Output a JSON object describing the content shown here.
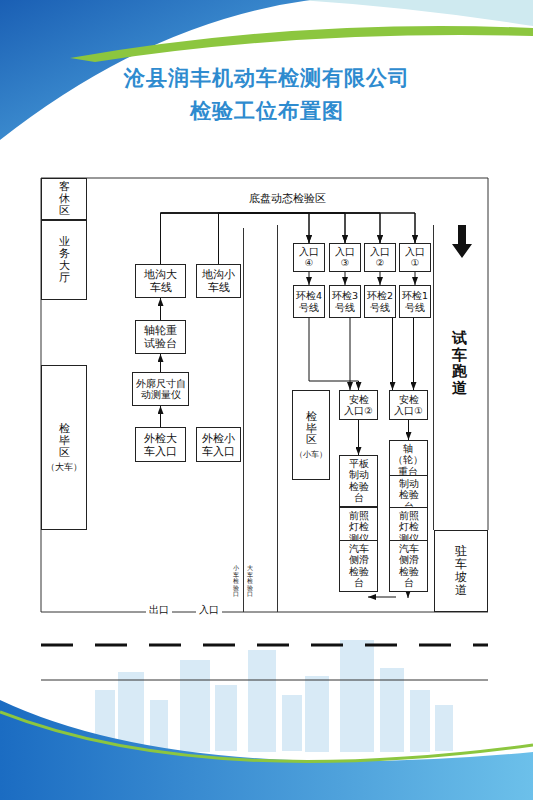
{
  "diagram": {
    "title": "沧县润丰机动车检测有限公司 检验工位布置图",
    "nodes": [
      {
        "text": [
          "客休区"
        ]
      },
      {
        "text": [
          "业务大厅"
        ]
      },
      {
        "text": [
          "检毕区",
          "（大车）"
        ]
      },
      {
        "text": [
          "地沟大车线"
        ]
      },
      {
        "text": [
          "地沟小车线"
        ]
      },
      {
        "text": [
          "轴轮重试验台"
        ]
      },
      {
        "text": [
          "外廓尺寸自动测量仪"
        ]
      },
      {
        "text": [
          "外检大车入口"
        ]
      },
      {
        "text": [
          "外检小车入口"
        ]
      },
      {
        "text": [
          "入口④"
        ]
      },
      {
        "text": [
          "入口③"
        ]
      },
      {
        "text": [
          "入口②"
        ]
      },
      {
        "text": [
          "入口①"
        ]
      },
      {
        "text": [
          "环检4号线"
        ]
      },
      {
        "text": [
          "环检3号线"
        ]
      },
      {
        "text": [
          "环检2号线"
        ]
      },
      {
        "text": [
          "环检1号线"
        ]
      },
      {
        "text": [
          "检毕区",
          "（小车）"
        ]
      },
      {
        "text": [
          "安检入口②"
        ]
      },
      {
        "text": [
          "安检入口①"
        ]
      },
      {
        "text": [
          "平板制动检验台"
        ]
      },
      {
        "text": [
          "轴（轮）重台"
        ]
      },
      {
        "text": [
          "制动检验台"
        ]
      },
      {
        "text": [
          "前照灯检测仪"
        ]
      },
      {
        "text": [
          "前照灯检测仪"
        ]
      },
      {
        "text": [
          "汽车侧滑检验台"
        ]
      },
      {
        "text": [
          "汽车侧滑检验台"
        ]
      },
      {
        "text": [
          "驻车坡道"
        ]
      }
    ],
    "edges": [
      {
        "from": 7,
        "to": 6,
        "arrow": "to"
      },
      {
        "from": 6,
        "to": 5,
        "arrow": "to"
      },
      {
        "from": 5,
        "to": 3,
        "arrow": "to"
      },
      {
        "from": 3,
        "to": 9,
        "arrow": "to"
      },
      {
        "from": 3,
        "to": 10,
        "arrow": "to"
      },
      {
        "from": 3,
        "to": 11,
        "arrow": "to"
      },
      {
        "from": 3,
        "to": 12,
        "arrow": "to"
      },
      {
        "from": 4,
        "to": 9,
        "arrow": "to"
      },
      {
        "from": 4,
        "to": 10,
        "arrow": "to"
      },
      {
        "from": 4,
        "to": 11,
        "arrow": "to"
      },
      {
        "from": 4,
        "to": 12,
        "arrow": "to"
      },
      {
        "from": 9,
        "to": 13,
        "arrow": "to"
      },
      {
        "from": 10,
        "to": 14,
        "arrow": "to"
      },
      {
        "from": 11,
        "to": 15,
        "arrow": "to"
      },
      {
        "from": 12,
        "to": 16,
        "arrow": "to"
      },
      {
        "from": 13,
        "to": 18,
        "arrow": "to"
      },
      {
        "from": 14,
        "to": 18,
        "arrow": "to"
      },
      {
        "from": 15,
        "to": 19,
        "arrow": "to"
      },
      {
        "from": 16,
        "to": 19,
        "arrow": "to"
      },
      {
        "from": 18,
        "to": 20,
        "arrow": "to"
      },
      {
        "from": 20,
        "to": 23,
        "arrow": "to"
      },
      {
        "from": 23,
        "to": 25,
        "arrow": "to"
      },
      {
        "from": 19,
        "to": 21,
        "arrow": "to"
      },
      {
        "from": 21,
        "to": 22,
        "arrow": "to"
      },
      {
        "from": 22,
        "to": 24,
        "arrow": "to"
      },
      {
        "from": 24,
        "to": 26,
        "arrow": "to"
      }
    ],
    "labels": [
      "底盘动态检验区",
      "试车跑道",
      "出口",
      "入口",
      "小车检验口",
      "大车检验口"
    ]
  }
}
